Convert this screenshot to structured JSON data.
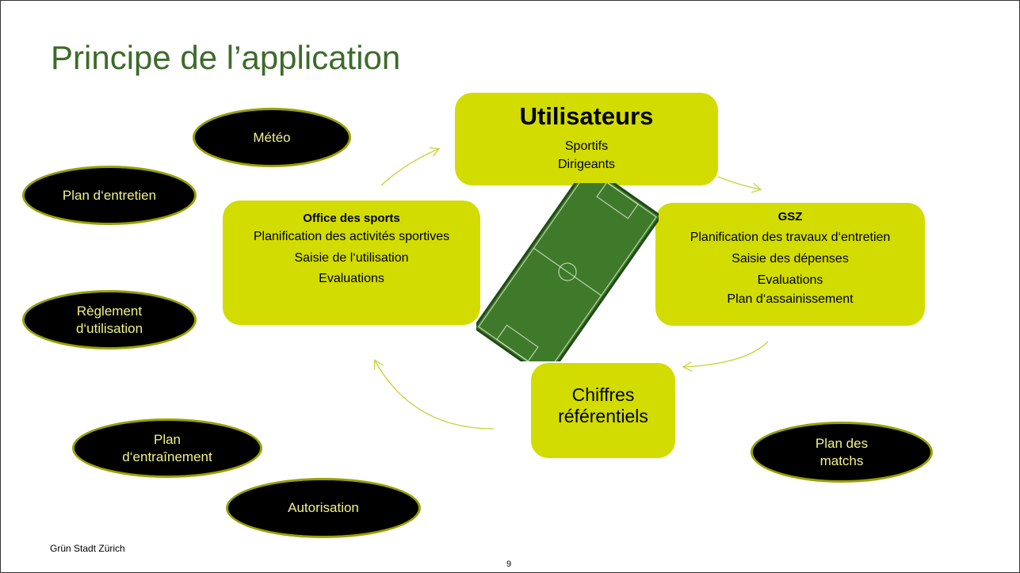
{
  "title": "Principe de l’application",
  "users": {
    "head": "Utilisateurs",
    "lines": [
      "Sportifs",
      "Dirigeants"
    ]
  },
  "office": {
    "head": "Office des sports",
    "lines": [
      "Planification des activités sportives",
      "Saisie de l‘utilisation",
      "Evaluations"
    ]
  },
  "gsz": {
    "head": "GSZ",
    "lines": [
      "Planification des travaux d‘entretien",
      "Saisie des dépenses",
      "Evaluations",
      "Plan d‘assainissement"
    ]
  },
  "chiffres": {
    "lines": [
      "Chiffres",
      "référentiels"
    ]
  },
  "ellipses": {
    "meteo": [
      "Météo"
    ],
    "entretien": [
      "Plan d‘entretien"
    ],
    "reglement": [
      "Règlement",
      "d‘utilisation"
    ],
    "entrainement": [
      "Plan",
      "d‘entraînement"
    ],
    "autorisation": [
      "Autorisation"
    ],
    "matchs": [
      "Plan des",
      "matchs"
    ]
  },
  "footer": "Grün Stadt Zürich",
  "page_number": "9",
  "colors": {
    "accent": "#d2dc00",
    "title": "#3d6b2a",
    "ellipse_text": "#f2f28a",
    "pitch": "#3f7a2a"
  }
}
